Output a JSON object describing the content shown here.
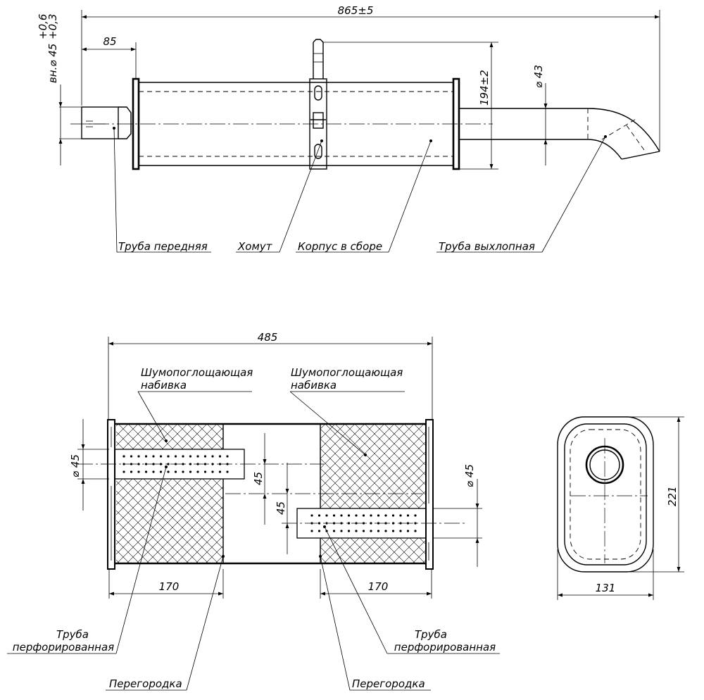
{
  "top_view": {
    "overall_length": "865±5",
    "front_length": "85",
    "inner_diameter_prefix": "вн.",
    "inner_diameter": "45",
    "inner_diameter_tol_upper": "+0,6",
    "inner_diameter_tol_lower": "+0,3",
    "height": "194±2",
    "exhaust_diameter": "43",
    "diameter_symbol": "⌀"
  },
  "callouts_top": {
    "front_pipe": "Труба передняя",
    "clamp": "Хомут",
    "body_assembly": "Корпус в сборе",
    "exhaust_pipe": "Труба выхлопная"
  },
  "section_view": {
    "length": "485",
    "left_chamber": "170",
    "right_chamber": "170",
    "pipe_diam_left": "45",
    "pipe_diam_right": "45",
    "offset_upper": "45",
    "offset_lower": "45",
    "diameter_symbol": "⌀"
  },
  "callouts_section": {
    "packing_left": "Шумопоглощающая набивка",
    "packing_right": "Шумопоглощающая набивка",
    "perf_pipe_left_l1": "Труба",
    "perf_pipe_left_l2": "перфорированная",
    "perf_pipe_right_l1": "Труба",
    "perf_pipe_right_l2": "перфорированная",
    "baffle_left": "Перегородка",
    "baffle_right": "Перегородка"
  },
  "end_view": {
    "height": "221",
    "width": "131"
  }
}
